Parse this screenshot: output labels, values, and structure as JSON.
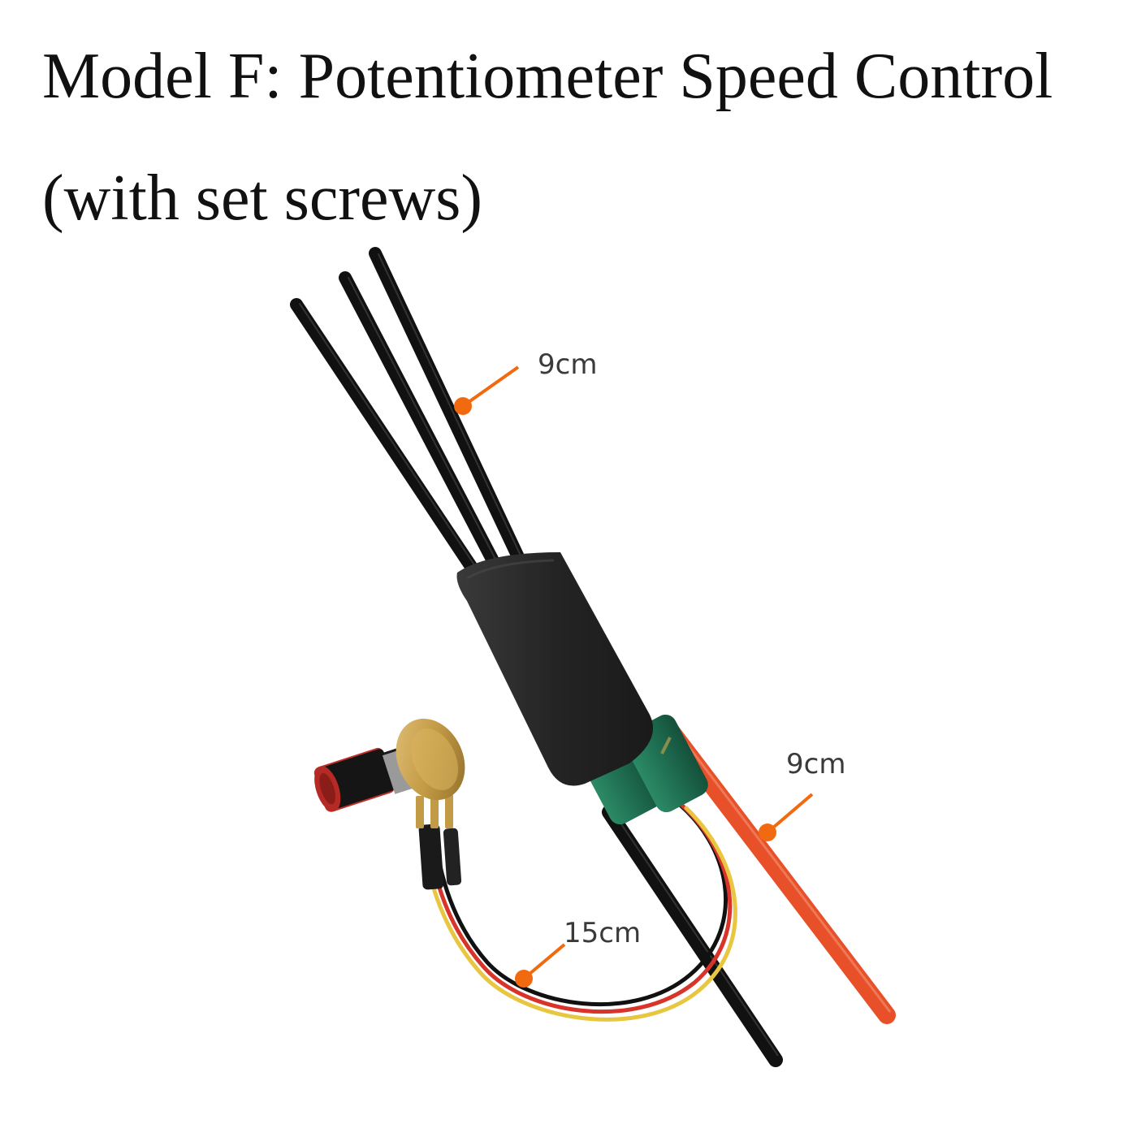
{
  "heading": {
    "line1": "Model F: Potentiometer Speed Control",
    "line2": "(with set screws)"
  },
  "dimensions": {
    "motor_wires": "9cm",
    "power_wires": "9cm",
    "potentiometer_cable": "15cm"
  },
  "colors": {
    "marker": "#f26a10",
    "shrink_wrap": "#2a2a2a",
    "capacitor": "#1f6e52",
    "red_wire": "#e8502a",
    "pot_body": "#c39a45",
    "knob": "#1a1a1a"
  }
}
